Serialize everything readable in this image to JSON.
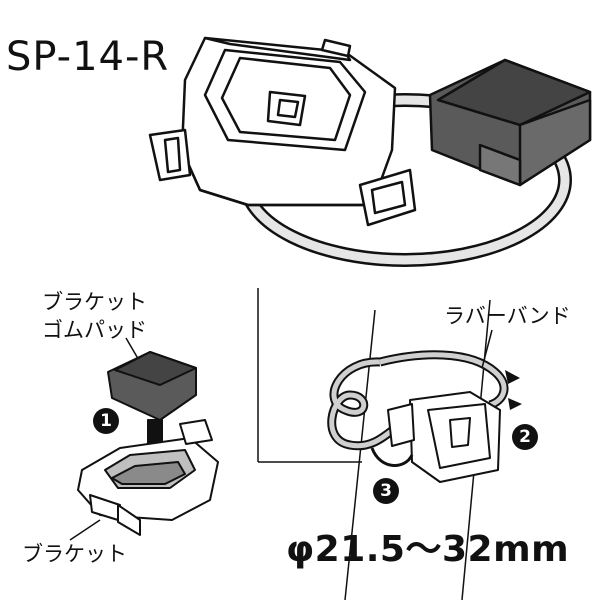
{
  "model_label": "SP-14-R",
  "labels": {
    "pad_line1": "ブラケット",
    "pad_line2": "ゴムパッド",
    "rubber_band": "ラバーバンド",
    "bracket": "ブラケット"
  },
  "steps": [
    "1",
    "2",
    "3"
  ],
  "diameter": "φ21.5～32mm",
  "colors": {
    "ink": "#111111",
    "pad_gray": "#555555",
    "band_gray": "#cccccc"
  }
}
